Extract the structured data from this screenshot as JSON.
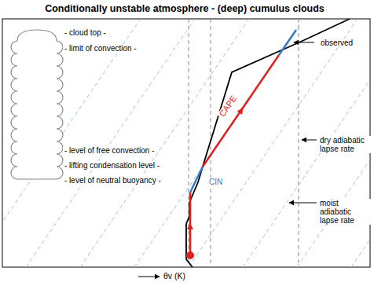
{
  "diagram": {
    "title": "Conditionally unstable atmosphere - (deep) cumulus clouds",
    "labels": [
      "- cloud top -",
      "- limit of convection -",
      "- level of free convection -",
      "- lifting condensation level -",
      "- level of neutral buoyancy -",
      "observed",
      "dry adiabatic lapse rate",
      "moist adiabatic lapse rate",
      "CAPE",
      "CIN",
      "θv (K)"
    ]
  }
}
